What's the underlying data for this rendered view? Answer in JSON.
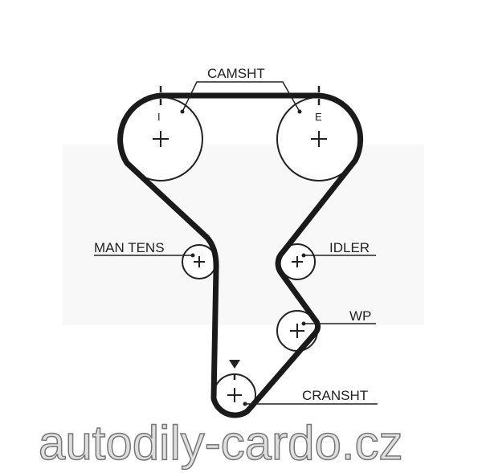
{
  "labels": {
    "camshaft": "CAMSHT",
    "intake_mark": "I",
    "exhaust_mark": "E",
    "manual_tensioner": "MAN TENS",
    "idler": "IDLER",
    "water_pump": "WP",
    "crankshaft": "CRANSHT"
  },
  "watermark": "autodily-cardo.cz",
  "colors": {
    "belt": "#1a1a1a",
    "line": "#222222",
    "watermark": "#d8d8d8"
  }
}
